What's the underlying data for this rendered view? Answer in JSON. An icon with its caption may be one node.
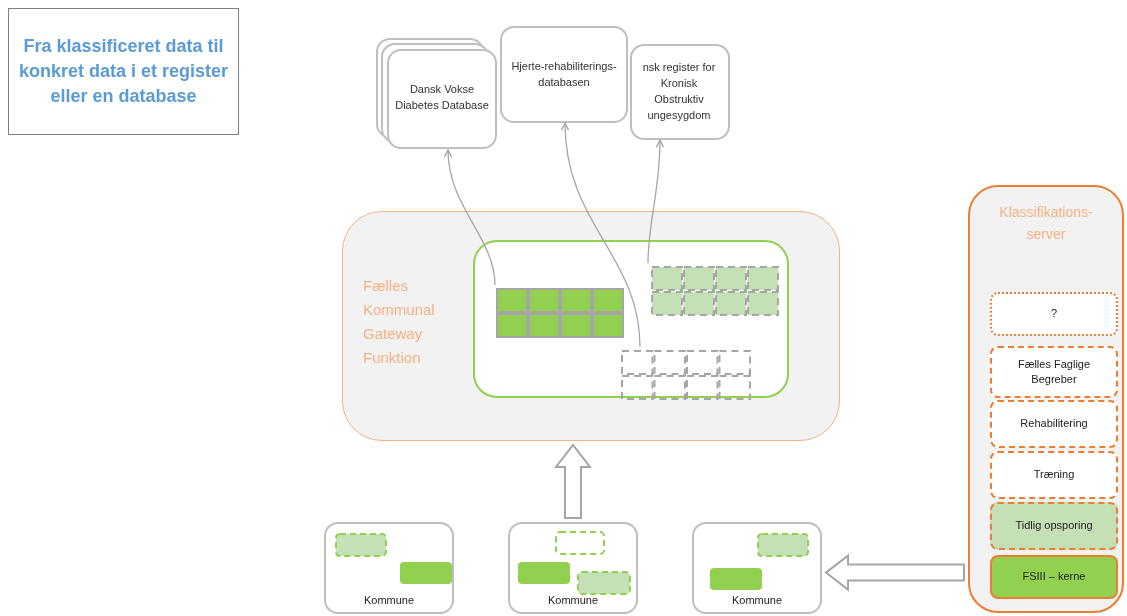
{
  "diagram": {
    "nodes": [
      {
        "text": [
          "Fra klassificeret data til konkret data i et register eller en database"
        ]
      },
      {
        "text": [
          "Dansk Vokse Diabetes Database"
        ]
      },
      {
        "text": [
          "Hjerte-rehabiliterings-databasen"
        ]
      },
      {
        "text": [
          "nsk register for Kronisk Obstruktiv ungesygdom"
        ]
      },
      {
        "text": [
          "Fælles Kommunal Gateway Funktion"
        ]
      },
      {
        "text": [],
        "shape": "box",
        "in": 4
      },
      {
        "text": [],
        "shape": "box",
        "in": 5
      },
      {
        "text": [],
        "shape": "box",
        "in": 5
      },
      {
        "text": [],
        "shape": "box",
        "in": 5
      },
      {
        "text": [
          "Kommune"
        ]
      },
      {
        "text": [
          "Kommune"
        ]
      },
      {
        "text": [
          "Kommune"
        ]
      },
      {
        "text": [
          "Klassifikations-server"
        ]
      },
      {
        "text": [
          "?"
        ],
        "in": 12
      },
      {
        "text": [
          "Fælles Faglige Begreber"
        ],
        "in": 12
      },
      {
        "text": [
          "Rehabilitering"
        ],
        "in": 12
      },
      {
        "text": [
          "Træning"
        ],
        "in": 12
      },
      {
        "text": [
          "Tidlig opsporing"
        ],
        "in": 12
      },
      {
        "text": [
          "FSIII – kerne"
        ],
        "in": 12
      }
    ],
    "edges": [
      {
        "from": 6,
        "to": 1,
        "arrow": "to"
      },
      {
        "from": 8,
        "to": 2,
        "arrow": "to"
      },
      {
        "from": 7,
        "to": 3,
        "arrow": "to"
      },
      {
        "from": 10,
        "to": 4,
        "arrow": "to",
        "style": "thick"
      },
      {
        "from": 12,
        "to": 11,
        "arrow": "to",
        "style": "thick"
      }
    ]
  }
}
